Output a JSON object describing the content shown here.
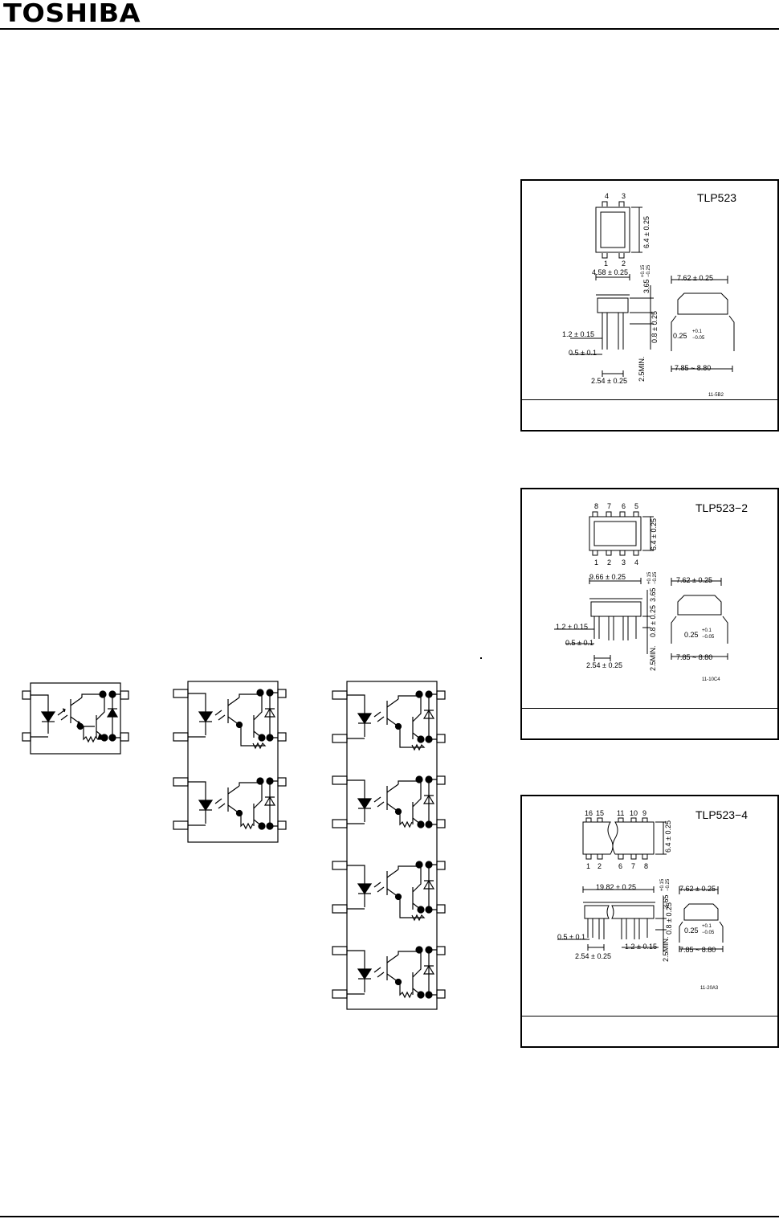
{
  "header": {
    "brand": "TOSHIBA"
  },
  "packages": [
    {
      "name": "TLP523",
      "code": "11-5B2",
      "pins_top": [
        "4",
        "3"
      ],
      "pins_bottom": [
        "1",
        "2"
      ],
      "dims": {
        "width": "4.58 ± 0.25",
        "height": "6.4 ± 0.25",
        "body": "3.65",
        "body_tol_plus": "+0.15",
        "body_tol_minus": "−0.25",
        "row_spacing": "7.62 ± 0.25",
        "lead_thick": "0.25",
        "lead_thick_plus": "+0.1",
        "lead_thick_minus": "−0.05",
        "standoff": "0.8 ± 0.25",
        "lead_width": "1.2 ± 0.15",
        "lead_narrow": "0.5 ± 0.1",
        "min_len": "2.5MIN.",
        "pitch": "2.54 ± 0.25",
        "span": "7.85 ~ 8.80"
      }
    },
    {
      "name": "TLP523−2",
      "code": "11-10C4",
      "pins_top": [
        "8",
        "7",
        "6",
        "5"
      ],
      "pins_bottom": [
        "1",
        "2",
        "3",
        "4"
      ],
      "dims": {
        "width": "9.66 ± 0.25",
        "height": "6.4 ± 0.25",
        "body": "3.65",
        "body_tol_plus": "+0.15",
        "body_tol_minus": "−0.25",
        "row_spacing": "7.62 ± 0.25",
        "lead_thick": "0.25",
        "lead_thick_plus": "+0.1",
        "lead_thick_minus": "−0.05",
        "standoff": "0.8 ± 0.25",
        "lead_width": "1.2 ± 0.15",
        "lead_narrow": "0.5 ± 0.1",
        "min_len": "2.5MIN.",
        "pitch": "2.54 ± 0.25",
        "span": "7.85 ~ 8.80"
      }
    },
    {
      "name": "TLP523−4",
      "code": "11-20A3",
      "pins_top": [
        "16",
        "15",
        "11",
        "10",
        "9"
      ],
      "pins_bottom": [
        "1",
        "2",
        "6",
        "7",
        "8"
      ],
      "dims": {
        "width": "19.82 ± 0.25",
        "height": "6.4 ± 0.25",
        "body": "3.65",
        "body_tol_plus": "+0.15",
        "body_tol_minus": "−0.25",
        "row_spacing": "7.62 ± 0.25",
        "lead_thick": "0.25",
        "lead_thick_plus": "+0.1",
        "lead_thick_minus": "−0.05",
        "standoff": "0.8 ± 0.25",
        "lead_width": "1.2 ± 0.15",
        "lead_narrow": "0.5 ± 0.1",
        "min_len": "2.5MIN.",
        "pitch": "2.54 ± 0.25",
        "span": "7.85 ~ 8.80"
      }
    }
  ]
}
